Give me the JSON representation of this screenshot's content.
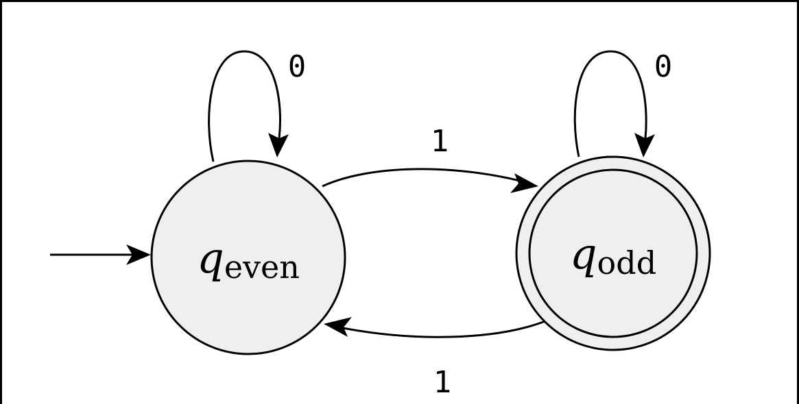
{
  "automaton": {
    "states": [
      {
        "id": "q_even",
        "symbol": "q",
        "subscript": "even",
        "initial": true,
        "accepting": false
      },
      {
        "id": "q_odd",
        "symbol": "q",
        "subscript": "odd",
        "initial": false,
        "accepting": true
      }
    ],
    "transitions": [
      {
        "from": "q_even",
        "to": "q_even",
        "label": "0"
      },
      {
        "from": "q_odd",
        "to": "q_odd",
        "label": "0"
      },
      {
        "from": "q_even",
        "to": "q_odd",
        "label": "1"
      },
      {
        "from": "q_odd",
        "to": "q_even",
        "label": "1"
      }
    ]
  },
  "colors": {
    "state_fill": "#efefef",
    "stroke": "#000000",
    "background": "#ffffff"
  }
}
